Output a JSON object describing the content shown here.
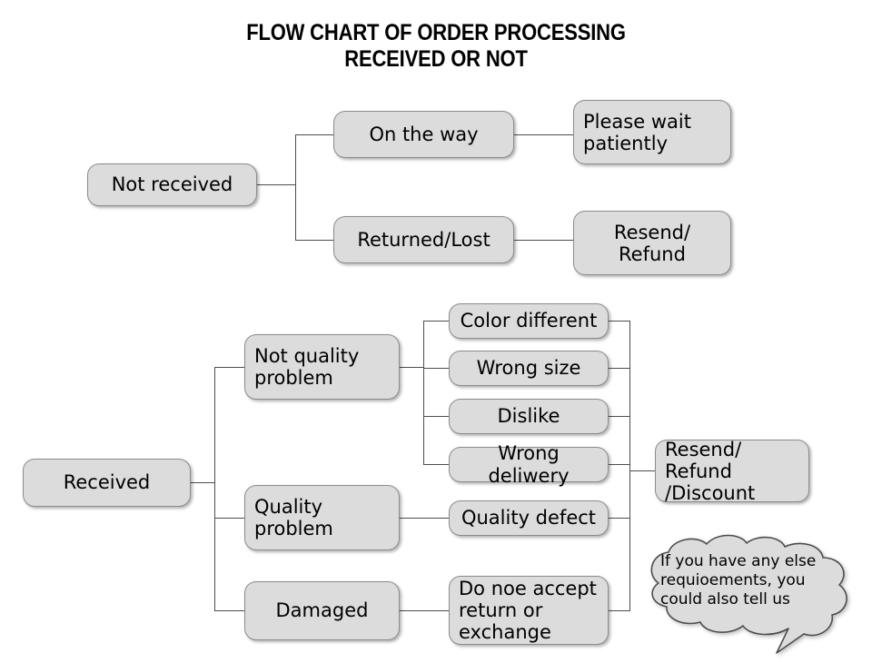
{
  "title": "FLOW CHART OF ORDER PROCESSING\nRECEIVED OR NOT",
  "colors": {
    "node_fill": "#dcdcdc",
    "node_border": "#8c8c8c",
    "line": "#4d4d4d",
    "text": "#000000",
    "background": "#ffffff"
  },
  "branch_not_received": {
    "root": "Not received",
    "children": [
      {
        "label": "On the way",
        "outcome": "Please wait\npatiently"
      },
      {
        "label": "Returned/Lost",
        "outcome": "Resend/\nRefund"
      }
    ]
  },
  "branch_received": {
    "root": "Received",
    "categories": [
      {
        "label": "Not quality\nproblem",
        "reasons": [
          "Color different",
          "Wrong size",
          "Dislike",
          "Wrong deliwery"
        ]
      },
      {
        "label": "Quality\nproblem",
        "reasons": [
          "Quality defect"
        ]
      },
      {
        "label": "Damaged",
        "reasons": [
          "Do noe accept\nreturn or\nexchange"
        ]
      }
    ],
    "outcome": "Resend/ Refund\n/Discount"
  },
  "callout": {
    "text": "If you have any else\nrequioements, you\ncould also tell us"
  }
}
